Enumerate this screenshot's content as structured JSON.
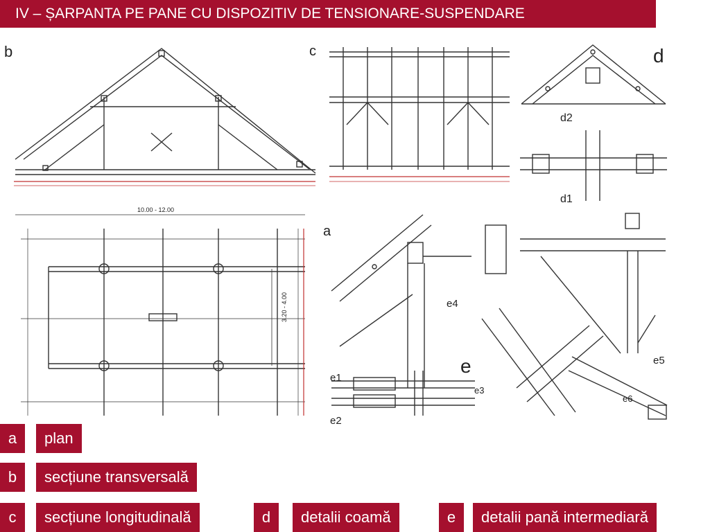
{
  "title": "IV – ȘARPANTA PE  PANE CU DISPOZITIV DE TENSIONARE-SUSPENDARE",
  "legend": [
    {
      "letter": "a",
      "text": "plan"
    },
    {
      "letter": "b",
      "text": "secțiune transversală"
    },
    {
      "letter": "c",
      "text": "secțiune longitudinală"
    },
    {
      "letter": "d",
      "text": "detalii coamă"
    },
    {
      "letter": "e",
      "text": "detalii pană intermediară"
    }
  ],
  "drawing": {
    "panel_b": "b",
    "panel_c": "c",
    "panel_d": "d",
    "detail_d2": "d2",
    "detail_d1": "d1",
    "panel_a": "a",
    "detail_e4": "e4",
    "panel_e": "e",
    "detail_e5": "e5",
    "detail_e1": "e1",
    "detail_e2": "e2",
    "detail_e3": "e3",
    "detail_e6": "e6",
    "span_dim": "10.00 - 12.00",
    "bay_dim": "3.20 - 4.00"
  },
  "colors": {
    "accent": "#a5102e",
    "line": "#333333",
    "red_line": "#c03030"
  }
}
